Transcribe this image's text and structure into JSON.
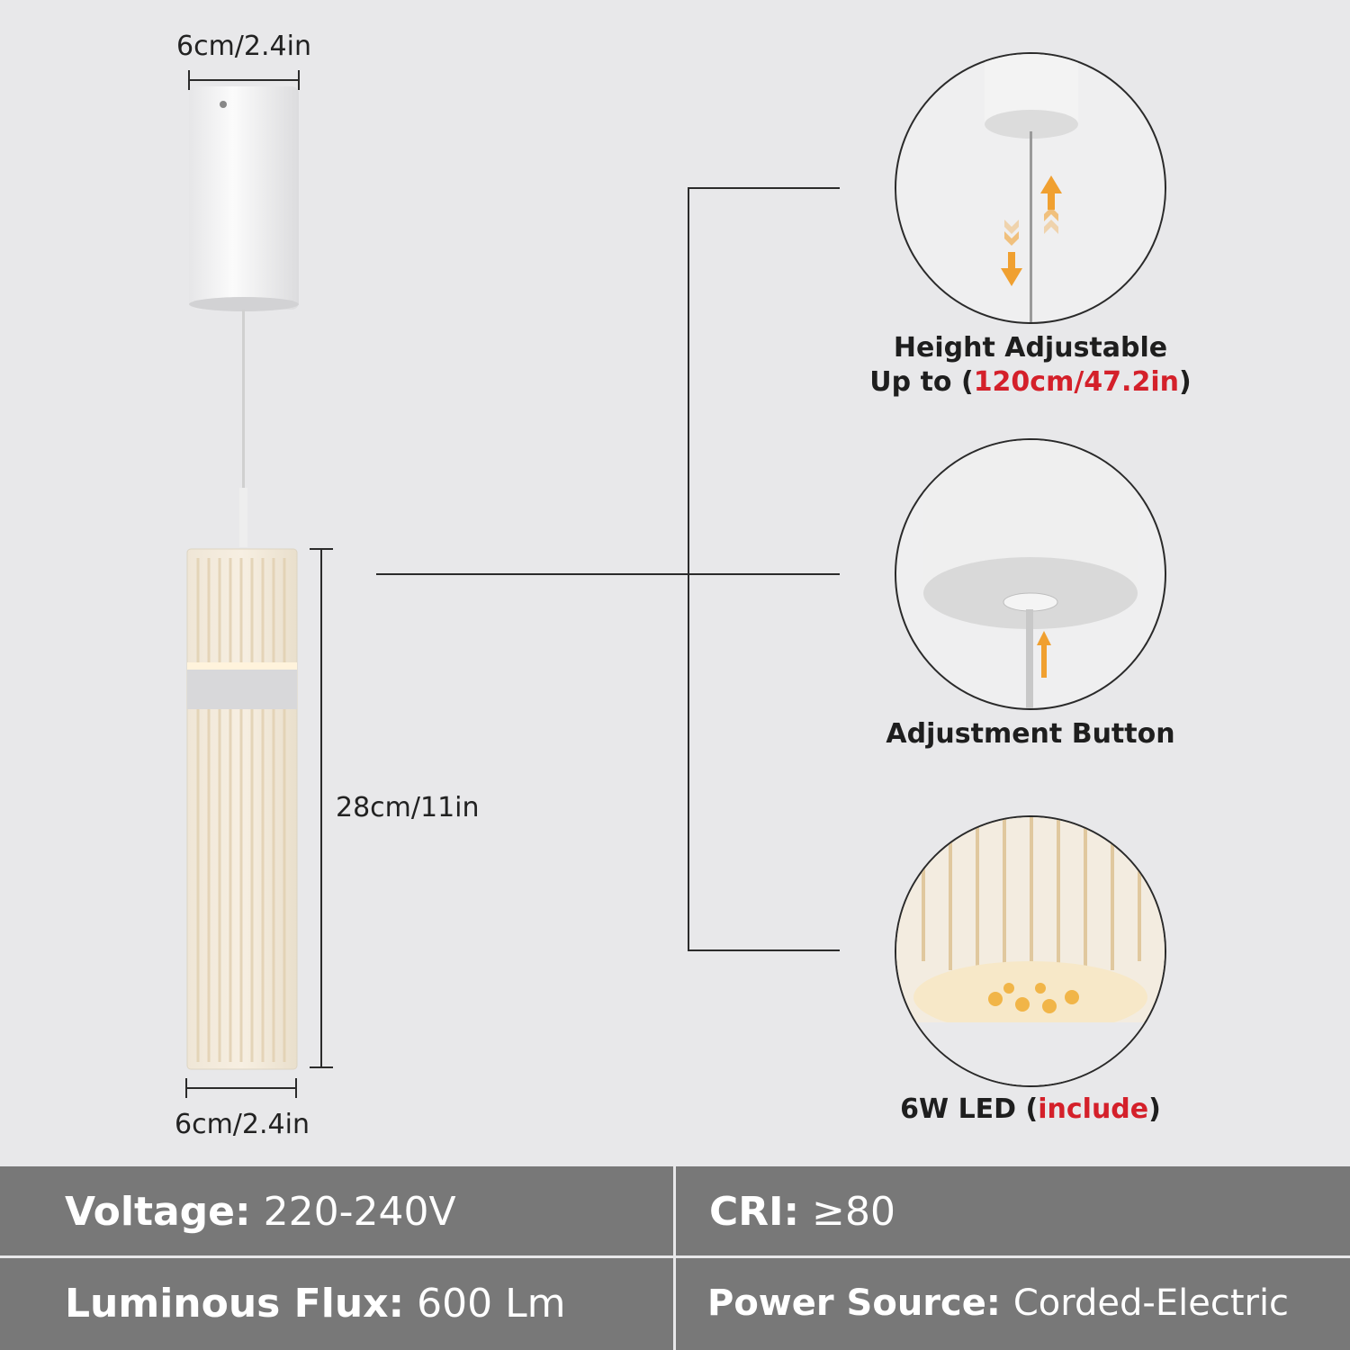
{
  "dimensions": {
    "canopy_width": "6cm/2.4in",
    "shade_height": "28cm/11in",
    "shade_width": "6cm/2.4in"
  },
  "features": [
    {
      "caption_line1": "Height Adjustable",
      "caption_prefix": "Up to (",
      "caption_highlight": "120cm/47.2in",
      "caption_suffix": ")"
    },
    {
      "caption": "Adjustment Button"
    },
    {
      "caption_prefix": "6W LED (",
      "caption_highlight": "include",
      "caption_suffix": ")"
    }
  ],
  "specs": [
    {
      "label": "Voltage:",
      "value": "220-240V"
    },
    {
      "label": "CRI:",
      "value": "≥80"
    },
    {
      "label": "Luminous Flux:",
      "value": "600 Lm"
    },
    {
      "label": "Power Source:",
      "value": "Corded-Electric"
    }
  ],
  "colors": {
    "background": "#e8e8ea",
    "highlight": "#d4202a",
    "spec_table": "#787878",
    "arrow": "#f0a030"
  }
}
